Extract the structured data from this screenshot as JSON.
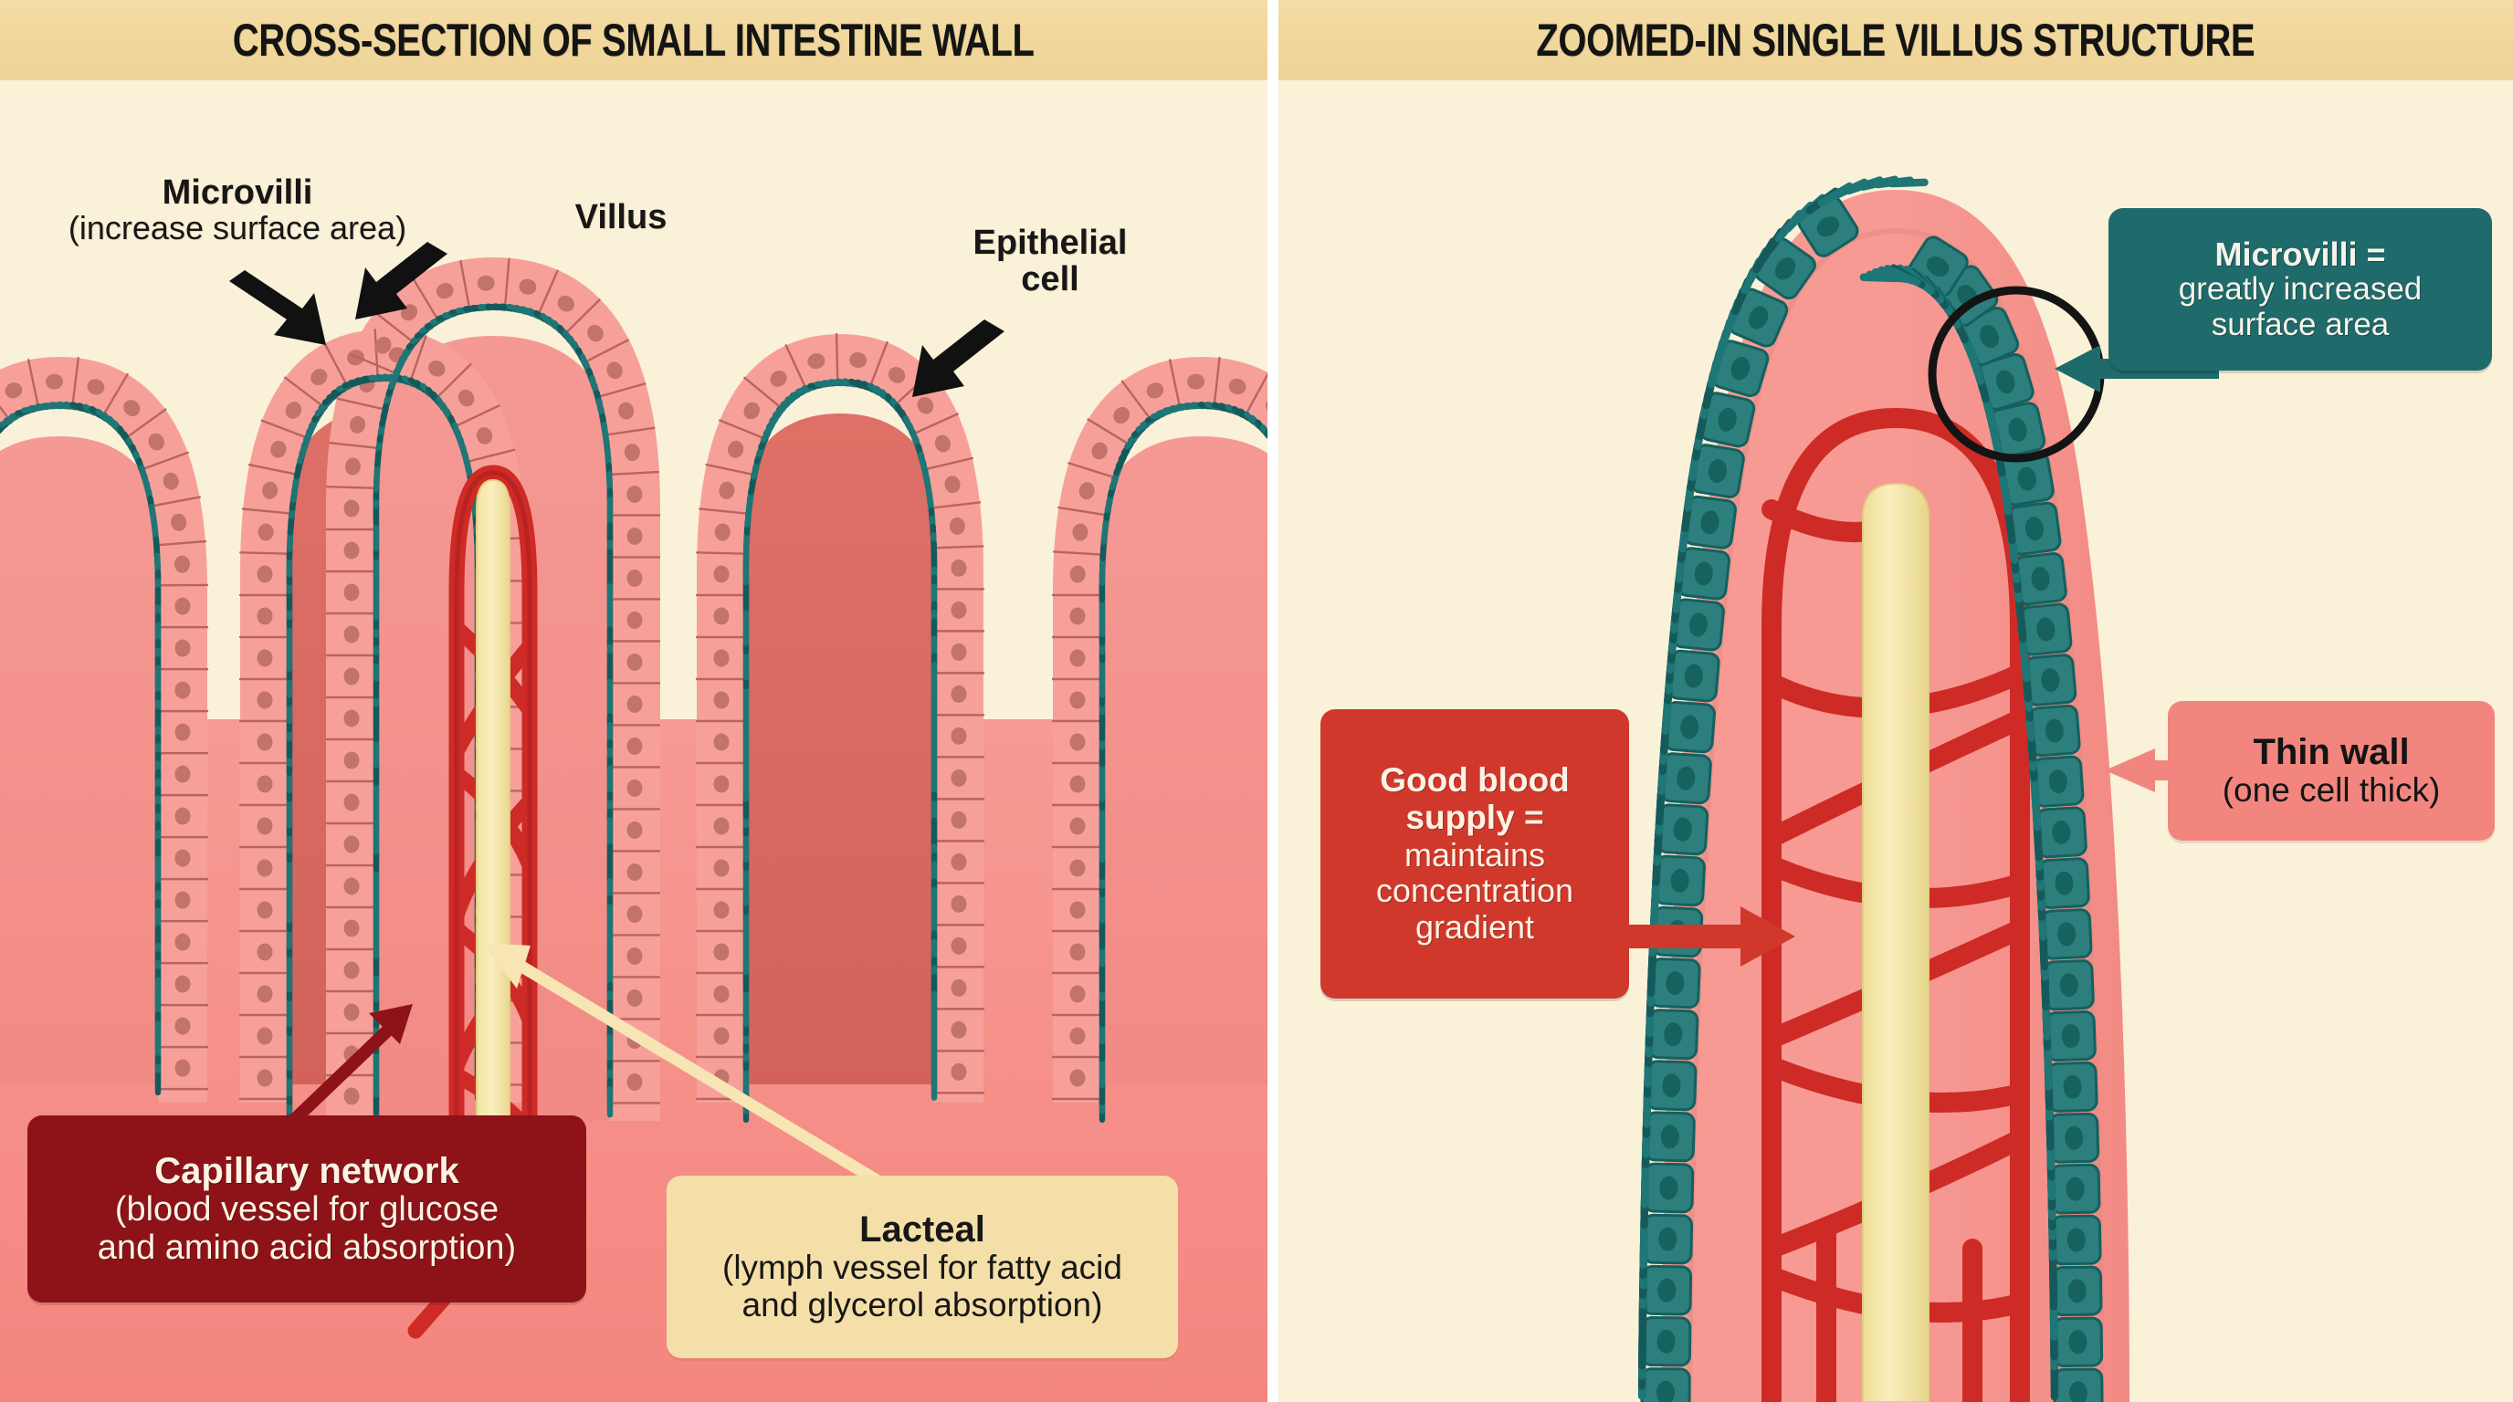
{
  "panels": {
    "left": {
      "title": "CROSS-SECTION OF SMALL INTESTINE WALL",
      "labels": {
        "microvilli": {
          "line1": "Microvilli",
          "line2": "(increase surface area)"
        },
        "villus": {
          "line1": "Villus"
        },
        "epithelial": {
          "line1": "Epithelial",
          "line2": "cell"
        }
      },
      "callouts": {
        "capillary": {
          "line1": "Capillary network",
          "line2": "(blood vessel for glucose",
          "line3": "and amino acid absorption)",
          "bg": "#8E1318",
          "fg": "#FBF3E4"
        },
        "lacteal": {
          "line1": "Lacteal",
          "line2": "(lymph vessel for fatty acid",
          "line3": "and glycerol absorption)",
          "bg": "#F5DFA8",
          "fg": "#171717"
        }
      }
    },
    "right": {
      "title": "ZOOMED-IN SINGLE VILLUS STRUCTURE",
      "callouts": {
        "microvilli": {
          "line1": "Microvilli =",
          "line2": "greatly increased",
          "line3": "surface area",
          "bg": "#1F6B6B",
          "fg": "#F6F3EA"
        },
        "blood_supply": {
          "line1": "Good blood",
          "line2": "supply =",
          "line3": "maintains",
          "line4": "concentration",
          "line5": "gradient",
          "bg": "#D1382C",
          "fg": "#FBF3E4"
        },
        "thin_wall": {
          "line1": "Thin wall",
          "line2": "(one cell thick)",
          "bg": "#F2867F",
          "fg": "#141414"
        }
      }
    }
  },
  "colors": {
    "header_band": "#F0D79B",
    "page_background": "#FAF1D9",
    "tissue_pink": "#F5918B",
    "villus_core_dark": "#D9685F",
    "villus_core_light": "#F2908C",
    "epithelium_fill": "#F7A09A",
    "epithelium_stroke": "#B9645E",
    "nucleus": "#C2736B",
    "microvilli_teal": "#1E7676",
    "microvilli_teal_dark": "#155A5A",
    "capillary_red": "#CE2B26",
    "capillary_red_dark": "#A81C1C",
    "lacteal_yellow": "#F6E7A8",
    "arrow_black": "#111111",
    "divider_white": "#FFFFFF"
  },
  "icons": {
    "microvilli_arrow": "arrow-down-right-icon",
    "villus_arrow": "arrow-down-left-icon",
    "epithelial_arrow": "arrow-down-left-icon",
    "capillary_pointer": "arrow-up-right-icon",
    "lacteal_pointer": "leader-line-arrow-icon",
    "blood_supply_arrow": "arrow-right-icon",
    "thin_wall_arrow": "arrow-left-icon",
    "microvilli_zoom_arrow": "arrow-left-icon",
    "zoom_circle": "circle-highlight-icon"
  }
}
